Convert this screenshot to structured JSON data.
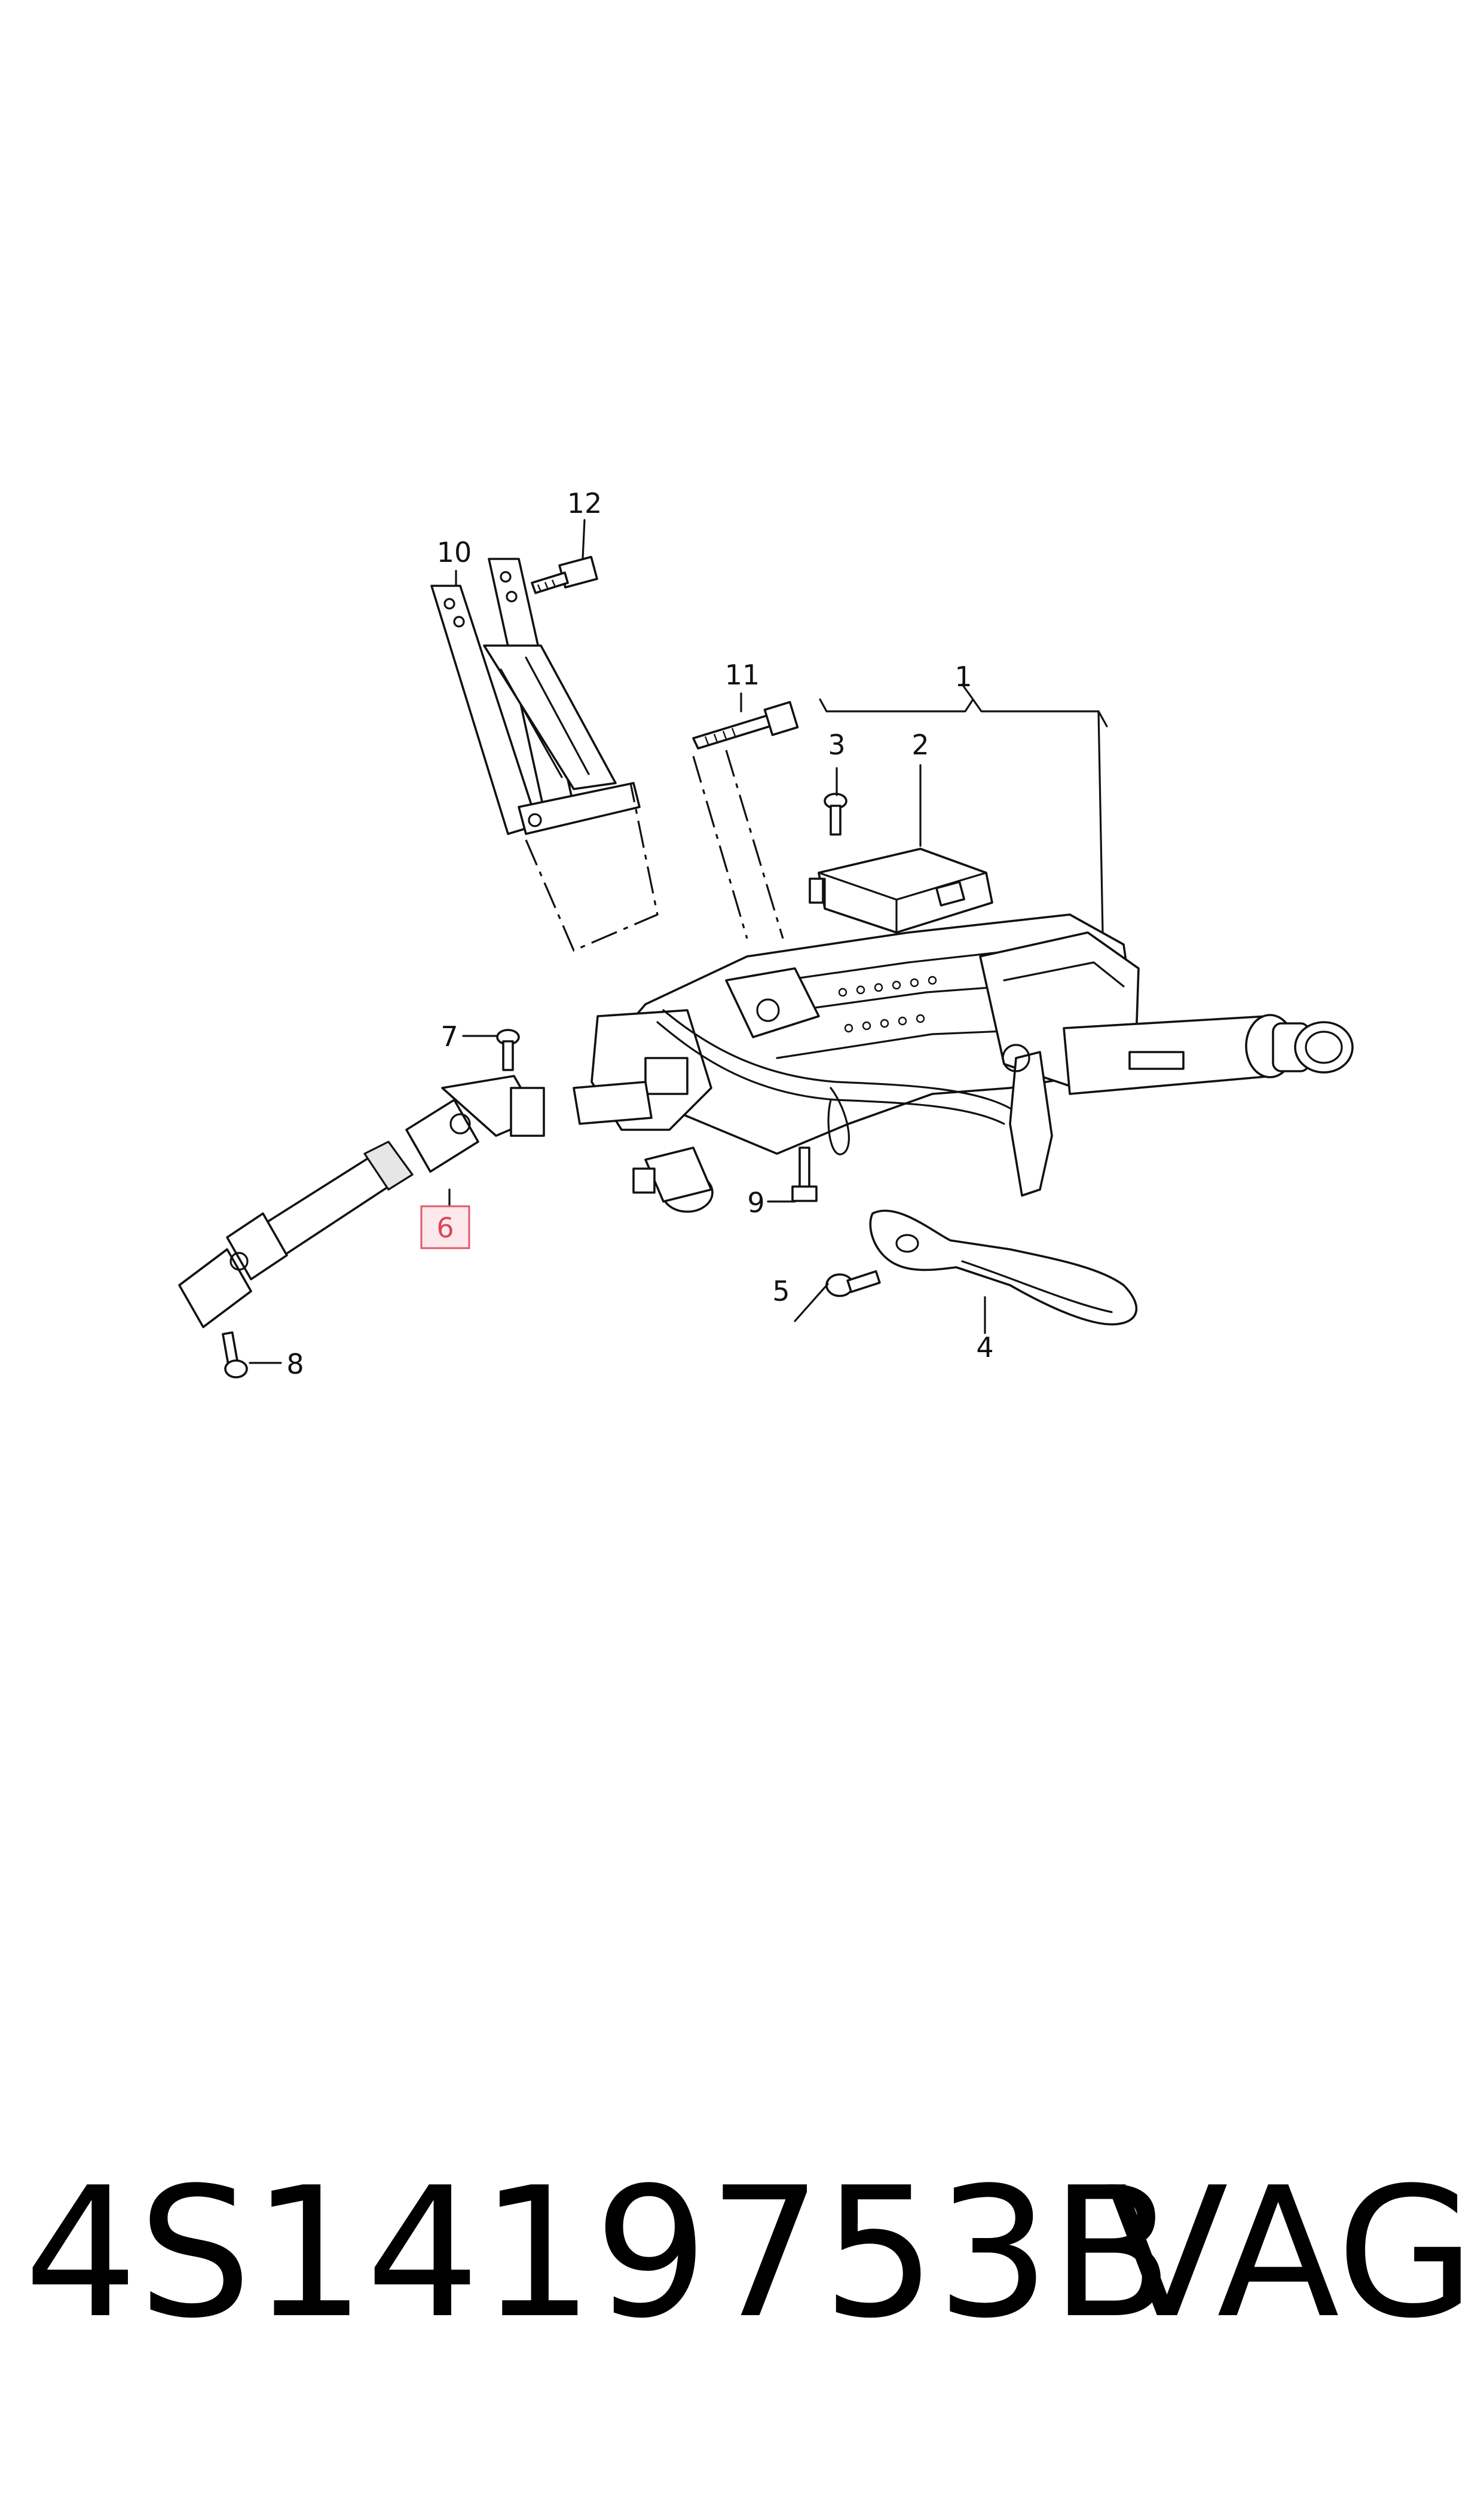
{
  "diagram": {
    "callouts": [
      {
        "id": "1",
        "label": "1"
      },
      {
        "id": "2",
        "label": "2"
      },
      {
        "id": "3",
        "label": "3"
      },
      {
        "id": "4",
        "label": "4"
      },
      {
        "id": "5",
        "label": "5"
      },
      {
        "id": "6",
        "label": "6",
        "highlighted": true
      },
      {
        "id": "7",
        "label": "7"
      },
      {
        "id": "8",
        "label": "8"
      },
      {
        "id": "9",
        "label": "9"
      },
      {
        "id": "10",
        "label": "10"
      },
      {
        "id": "11",
        "label": "11"
      },
      {
        "id": "12",
        "label": "12"
      }
    ],
    "highlight_color": "#e05a6a",
    "highlight_fill": "#fde9ec"
  },
  "footer": {
    "part_number": "4S1419753B",
    "brand": "VAG"
  }
}
